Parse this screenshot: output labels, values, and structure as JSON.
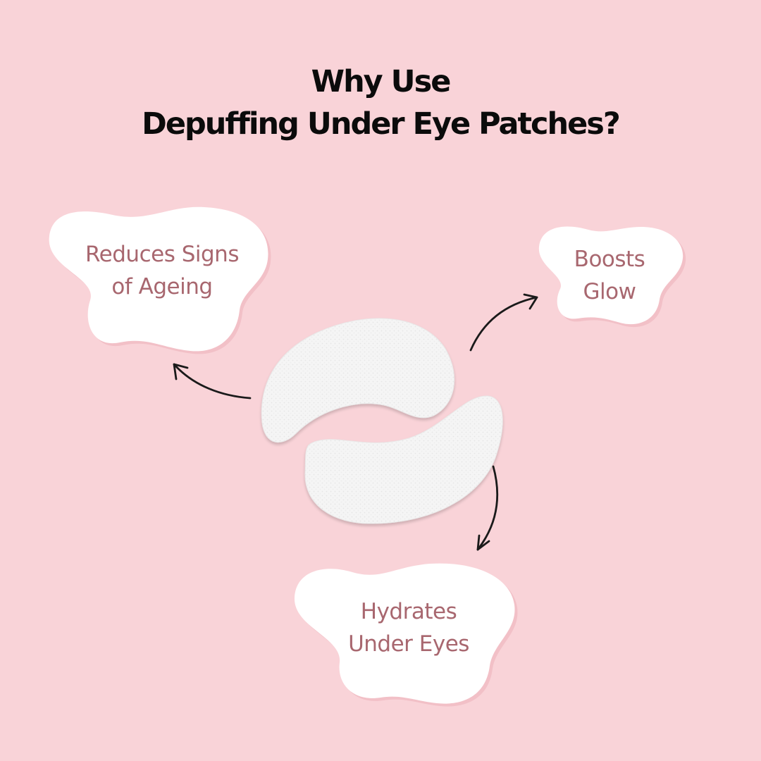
{
  "title": {
    "line1": "Why Use",
    "line2": "Depuffing Under Eye Patches?"
  },
  "benefits": [
    {
      "line1": "Reduces Signs",
      "line2": "of Ageing"
    },
    {
      "line1": "Boosts",
      "line2": "Glow"
    },
    {
      "line1": "Hydrates",
      "line2": "Under Eyes"
    }
  ],
  "colors": {
    "background": "#f9d3d8",
    "title": "#0b0b0b",
    "benefit_text": "#a8676f",
    "blob": "#ffffff",
    "patch": "#f4f4f4"
  },
  "icons": [
    "eye-patch-image",
    "curved-arrow-icon"
  ]
}
